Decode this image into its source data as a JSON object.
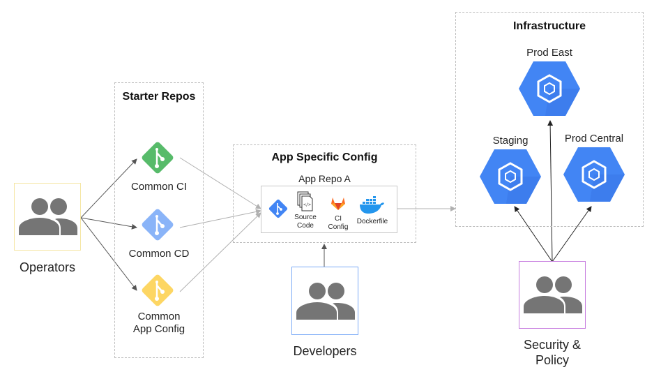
{
  "starter_repos": {
    "title": "Starter Repos",
    "items": [
      {
        "label": "Common CI",
        "color": "#57bb6a"
      },
      {
        "label": "Common CD",
        "color": "#8ab4f8"
      },
      {
        "label_line1": "Common",
        "label_line2": "App Config",
        "color": "#fdd663"
      }
    ]
  },
  "app_config": {
    "title": "App Specific Config",
    "repo_title": "App Repo A",
    "repo_items": [
      {
        "label_line1": "Source",
        "label_line2": "Code"
      },
      {
        "label_line1": "CI",
        "label_line2": "Config"
      },
      {
        "label_line1": "Dockerfile"
      }
    ],
    "git_color": "#4285f4",
    "gitlab_color": "#e24329",
    "docker_color": "#2496ed"
  },
  "infrastructure": {
    "title": "Infrastructure",
    "clusters": [
      {
        "label": "Prod East"
      },
      {
        "label": "Staging"
      },
      {
        "label": "Prod Central"
      }
    ],
    "hex_color": "#4285f4"
  },
  "actors": {
    "operators": {
      "label": "Operators",
      "border_color": "#f5e6a3"
    },
    "developers": {
      "label": "Developers",
      "border_color": "#7baaf7"
    },
    "security": {
      "label_line1": "Security &",
      "label_line2": "Policy",
      "border_color": "#c77ddf"
    }
  },
  "colors": {
    "people_icon": "#757575",
    "arrow": "#555555",
    "arrow_light": "#b0b0b0"
  }
}
